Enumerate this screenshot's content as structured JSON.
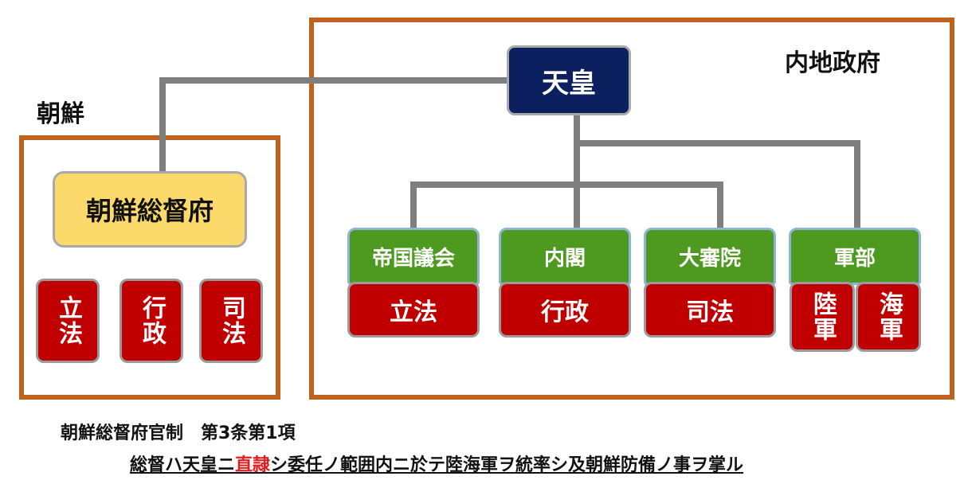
{
  "regions": {
    "korea": "朝鮮",
    "mainland": "内地政府"
  },
  "emperor": "天皇",
  "governor_general": "朝鮮総督府",
  "korea_branches": [
    "立法",
    "行政",
    "司法"
  ],
  "mainland_organs": [
    "帝国議会",
    "内閣",
    "大審院",
    "軍部"
  ],
  "mainland_branches": [
    "立法",
    "行政",
    "司法"
  ],
  "military": [
    "陸軍",
    "海軍"
  ],
  "caption": {
    "title": "朝鮮総督府官制　第3条第1項",
    "body_before": "総督ハ天皇ニ",
    "body_highlight": "直隷",
    "body_after": "シ委任ノ範囲内ニ於テ陸海軍ヲ統率シ及朝鮮防備ノ事ヲ掌ル"
  },
  "colors": {
    "frame": "#c0621f",
    "emperor": "#0c2060",
    "governor_general": "#fcd96b",
    "organ": "#4e9a21",
    "branch": "#c00000",
    "connector": "#7f7f7f",
    "highlight": "#e02020"
  }
}
